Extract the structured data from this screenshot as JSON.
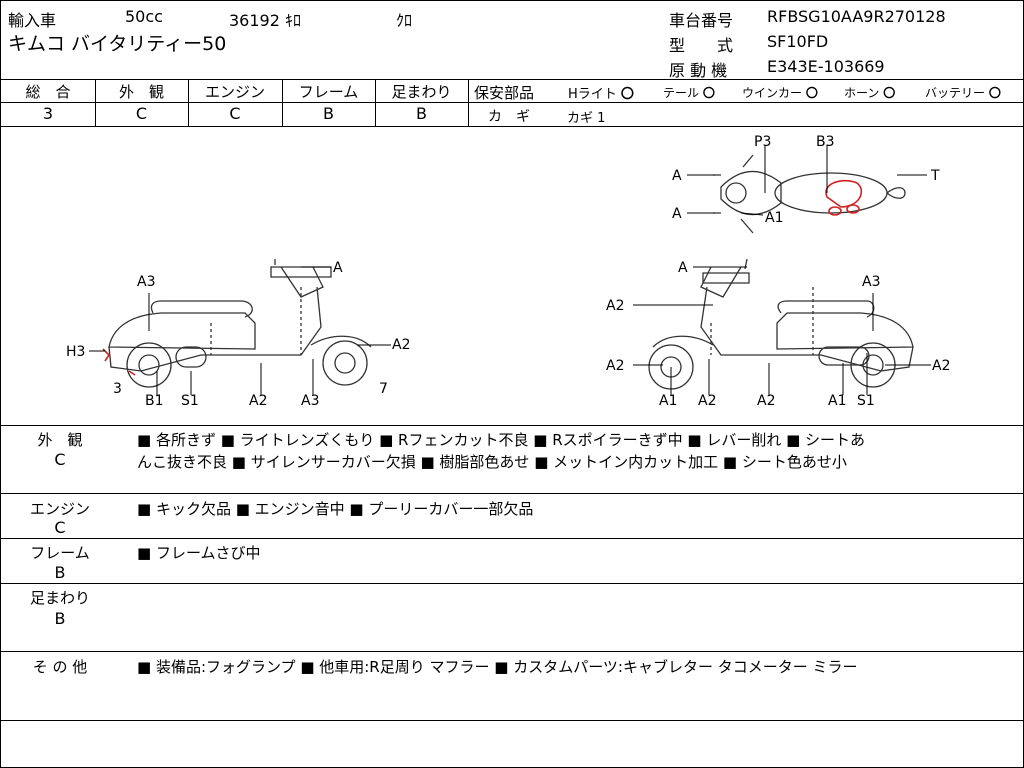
{
  "header": {
    "vehicle_type": "輸入車",
    "displacement": "50cc",
    "mileage": "36192 ｷﾛ",
    "color": "ｸﾛ",
    "model_name": "キムコ バイタリティー50",
    "frame_number_label": "車台番号",
    "frame_number": "RFBSG10AA9R270128",
    "model_code_label": "型　　式",
    "model_code": "SF10FD",
    "engine_number_label": "原 動 機",
    "engine_number": "E343E-103669"
  },
  "grades": [
    {
      "label": "総　合",
      "value": "3"
    },
    {
      "label": "外　観",
      "value": "C"
    },
    {
      "label": "エンジン",
      "value": "C"
    },
    {
      "label": "フレーム",
      "value": "B"
    },
    {
      "label": "足まわり",
      "value": "B"
    }
  ],
  "safety_parts": {
    "label": "保安部品",
    "items": [
      {
        "label": "Hライト",
        "mark": "〇"
      },
      {
        "label": "テール",
        "mark": "〇"
      },
      {
        "label": "ウインカー",
        "mark": "〇"
      },
      {
        "label": "ホーン",
        "mark": "〇"
      },
      {
        "label": "バッテリー",
        "mark": "〇"
      }
    ],
    "key_label": "カ　ギ",
    "key_value": "カギ 1"
  },
  "diagram": {
    "left_view_labels": [
      "A3",
      "A",
      "A2",
      "H3",
      "3",
      "B1",
      "S1",
      "A2",
      "A3",
      "7"
    ],
    "right_view_labels": [
      "A",
      "A3",
      "A2",
      "A2",
      "A2",
      "A1",
      "A2",
      "A2",
      "A1",
      "S1"
    ],
    "top_view_labels": [
      "P3",
      "B3",
      "A",
      "T",
      "A",
      "A1"
    ],
    "damage_color": "#d02020"
  },
  "sections": [
    {
      "label": "外　観",
      "grade": "C",
      "text": "■ 各所きず ■ ライトレンズくもり ■ Rフェンカット不良 ■ Rスポイラーきず中 ■ レバー削れ ■ シートあ",
      "text2": "んこ抜き不良 ■ サイレンサーカバー欠損 ■ 樹脂部色あせ ■ メットイン内カット加工 ■ シート色あせ小"
    },
    {
      "label": "エンジン",
      "grade": "C",
      "text": "■ キック欠品 ■ エンジン音中 ■ プーリーカバー一部欠品",
      "text2": ""
    },
    {
      "label": "フレーム",
      "grade": "B",
      "text": "■ フレームさび中",
      "text2": ""
    },
    {
      "label": "足まわり",
      "grade": "B",
      "text": "",
      "text2": ""
    },
    {
      "label": "そ の 他",
      "grade": "",
      "text": "■ 装備品:フォグランプ ■ 他車用:R足周り マフラー ■ カスタムパーツ:キャブレター タコメーター ミラー",
      "text2": ""
    }
  ]
}
